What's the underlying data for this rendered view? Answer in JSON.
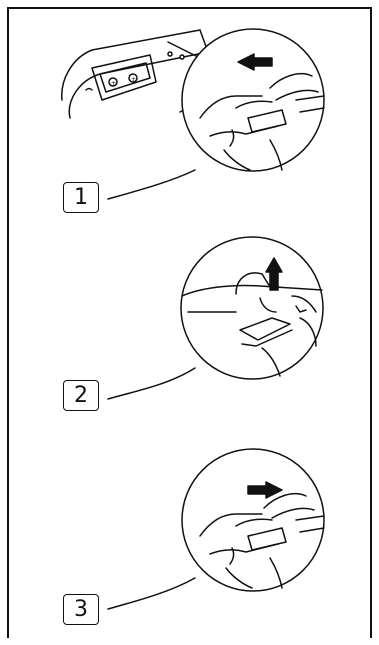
{
  "steps": [
    {
      "number": "1"
    },
    {
      "number": "2"
    },
    {
      "number": "3"
    }
  ],
  "icons": {
    "step1": "remote-battery-cover-slide-out",
    "step2": "remote-battery-cover-lift",
    "step3": "remote-battery-cover-slide-in"
  },
  "colors": {
    "line": "#111111",
    "arrow": "#111111",
    "background": "#ffffff"
  }
}
